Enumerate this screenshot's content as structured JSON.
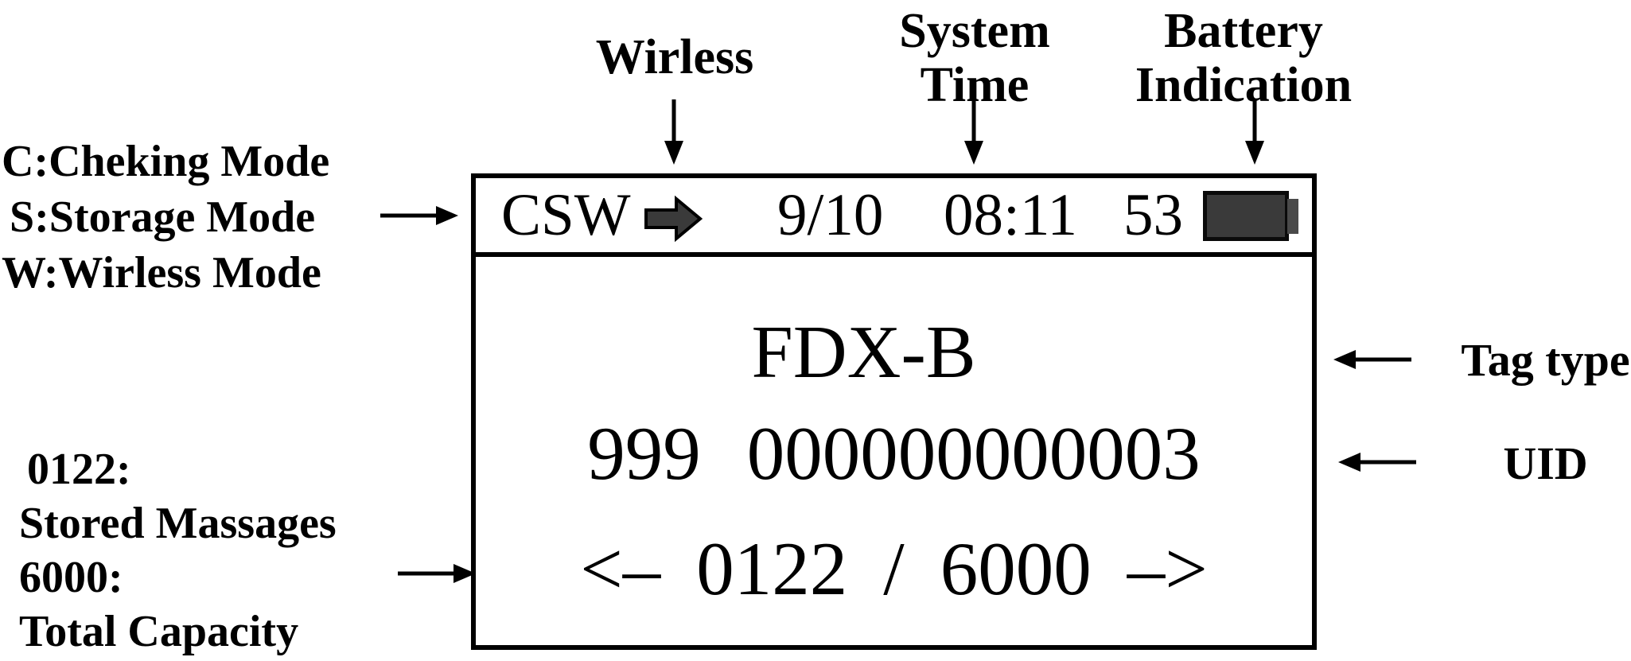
{
  "figure": {
    "description": "Handheld RFID reader LCD display diagram with callout annotations"
  },
  "colors": {
    "ink": "#000000",
    "display_background": "#ffffff",
    "wireless_icon_fill": "#3a3a3a",
    "battery_fill": "#3a3a3a",
    "battery_nub": "#4a4a4a"
  },
  "top_labels": [
    {
      "id": "wireless",
      "lines": [
        "Wirless",
        ""
      ]
    },
    {
      "id": "system-time",
      "lines": [
        "System",
        "Time"
      ]
    },
    {
      "id": "battery-indication",
      "lines": [
        "Battery",
        "Indication"
      ]
    }
  ],
  "left_legends": {
    "mode": {
      "lines": [
        "C:Cheking Mode",
        "S:Storage Mode",
        "W:Wirless Mode"
      ]
    },
    "storage": {
      "lines": [
        "0122:",
        "Stored Massages",
        "6000:",
        "Total Capacity"
      ]
    }
  },
  "right_labels": [
    {
      "label": "Tag type"
    },
    {
      "label": "UID"
    }
  ],
  "display": {
    "status_bar": {
      "mode": "CSW",
      "date": "9/10",
      "time": "08:11",
      "battery_percent": "53"
    },
    "tag_type": "FDX-B",
    "uid": {
      "prefix": "999",
      "number": "000000000003"
    },
    "nav": {
      "prev": "<–",
      "current": "0122",
      "separator": "/",
      "total": "6000",
      "next": "–>"
    }
  },
  "icons": {
    "wireless": "block-arrow-right",
    "battery": "battery-level",
    "callout_pointers": [
      "arrow-down",
      "arrow-right",
      "arrow-left"
    ]
  }
}
